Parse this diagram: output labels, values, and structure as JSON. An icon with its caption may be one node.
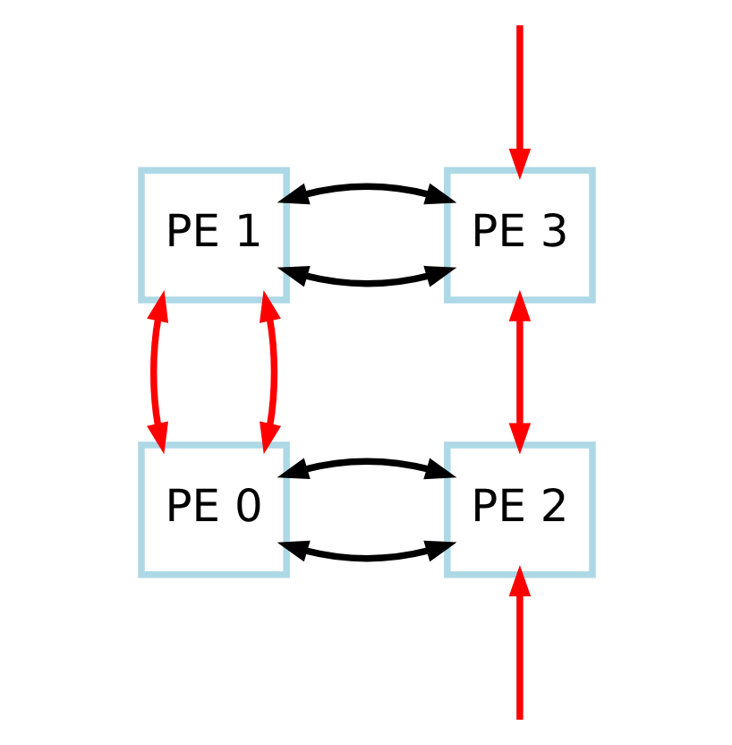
{
  "diagram": {
    "nodes": [
      {
        "text": [
          "PE 1"
        ]
      },
      {
        "text": [
          "PE 3"
        ]
      },
      {
        "text": [
          "PE 0"
        ]
      },
      {
        "text": [
          "PE 2"
        ]
      }
    ],
    "edges": [
      {
        "from": 0,
        "to": 1,
        "arrow": "both",
        "color": "#000000"
      },
      {
        "from": 0,
        "to": 1,
        "arrow": "both",
        "color": "#000000"
      },
      {
        "from": 2,
        "to": 3,
        "arrow": "both",
        "color": "#000000"
      },
      {
        "from": 2,
        "to": 3,
        "arrow": "both",
        "color": "#000000"
      },
      {
        "from": 0,
        "to": 2,
        "arrow": "both"
      },
      {
        "from": 1,
        "to": 3,
        "arrow": "both"
      },
      {
        "from": 0,
        "to": 2,
        "arrow": "both"
      },
      {
        "from": null,
        "to": 1,
        "arrow": "to"
      },
      {
        "from": null,
        "to": 3,
        "arrow": "to"
      }
    ]
  }
}
